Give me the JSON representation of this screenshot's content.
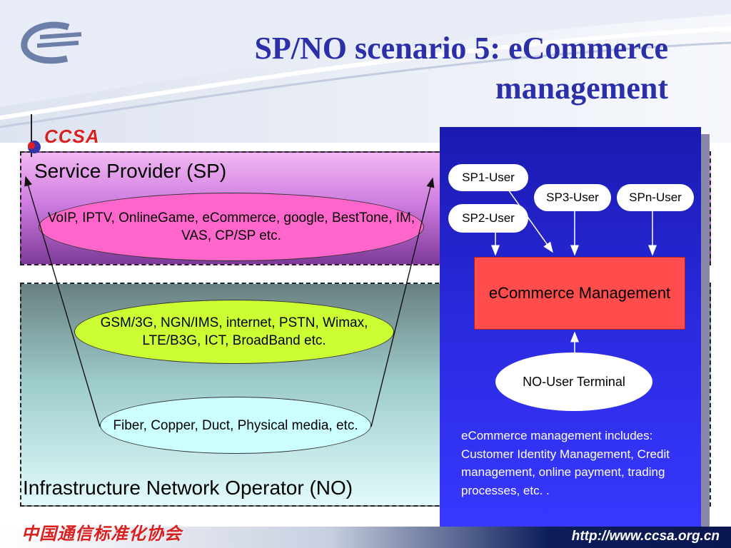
{
  "slide": {
    "title": "SP/NO scenario 5: eCommerce management",
    "logo_text": "CCSA",
    "footer_logo_text": "中国通信标准化协会",
    "url": "http://www.ccsa.org.cn"
  },
  "layers": {
    "sp_label": "Service Provider (SP)",
    "no_label": "Infrastructure Network Operator (NO)"
  },
  "ellipses": {
    "services": "VoIP, IPTV, OnlineGame, eCommerce, google, BestTone, IM, VAS, CP/SP etc.",
    "networks": "GSM/3G, NGN/IMS, internet, PSTN, Wimax, LTE/B3G, ICT, BroadBand etc.",
    "physical": "Fiber, Copper, Duct, Physical media, etc."
  },
  "panel": {
    "users": [
      "SP1-User",
      "SP3-User",
      "SPn-User",
      "SP2-User"
    ],
    "ecommerce_box": "eCommerce Management",
    "terminal": "NO-User Terminal",
    "note": "eCommerce management includes: Customer Identity Management, Credit management, online payment, trading processes, etc. ."
  },
  "colors": {
    "title": "#2b2fa8",
    "panel": "#2a2ae0",
    "ecommerce_box": "#ff4c4c",
    "services_ellipse": "#ff66cc",
    "networks_ellipse": "#ccff33",
    "physical_ellipse": "#ccffff"
  }
}
